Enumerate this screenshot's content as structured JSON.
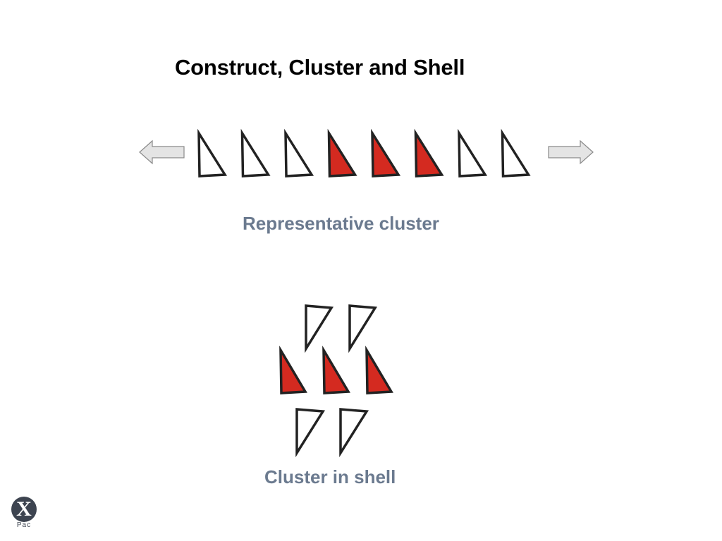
{
  "title": "Construct, Cluster and Shell",
  "captions": {
    "representative": "Representative cluster",
    "shell": "Cluster in shell"
  },
  "row": {
    "triangles": [
      "outline",
      "outline",
      "outline",
      "red",
      "red",
      "red",
      "outline",
      "outline"
    ]
  },
  "shell": {
    "top_row": [
      "outline",
      "outline"
    ],
    "middle_row": [
      "red",
      "red",
      "red"
    ],
    "bottom_row": [
      "outline",
      "outline"
    ]
  },
  "colors": {
    "red_fill": "#d42a20",
    "outline_stroke": "#222222",
    "arrow_fill": "#e4e4e4",
    "arrow_stroke": "#8a8a8a",
    "caption": "#6b7a8f"
  },
  "logo": {
    "letter": "X",
    "subtext": "Pac"
  }
}
